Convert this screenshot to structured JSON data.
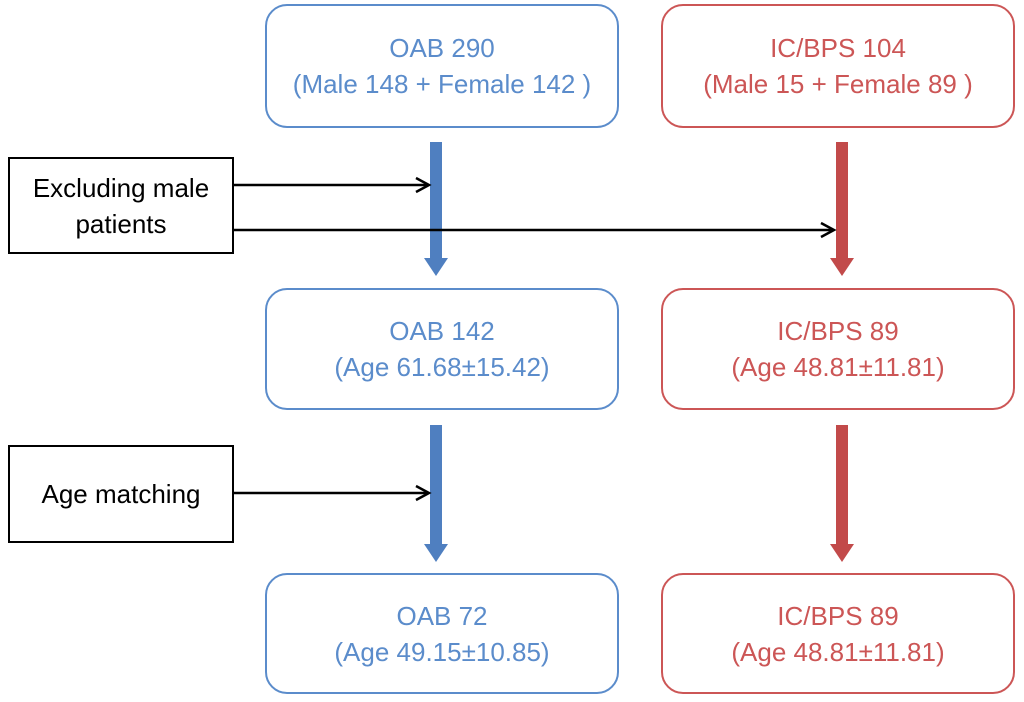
{
  "colors": {
    "oab": "#5b8ccb",
    "ic_bps": "#cc5656",
    "arrow_oab": "#4f7fc0",
    "arrow_ic_bps": "#c24a4a",
    "step_border": "#000000"
  },
  "oab": {
    "stage1": {
      "title": "OAB 290",
      "detail": "(Male 148 + Female 142 )"
    },
    "stage2": {
      "title": "OAB 142",
      "detail": "(Age 61.68±15.42)"
    },
    "stage3": {
      "title": "OAB 72",
      "detail": "(Age 49.15±10.85)"
    }
  },
  "ic_bps": {
    "stage1": {
      "title": "IC/BPS 104",
      "detail": "(Male 15 + Female 89 )"
    },
    "stage2": {
      "title": "IC/BPS 89",
      "detail": "(Age 48.81±11.81)"
    },
    "stage3": {
      "title": "IC/BPS 89",
      "detail": "(Age 48.81±11.81)"
    }
  },
  "steps": {
    "exclude_male": "Excluding male patients",
    "age_matching": "Age matching"
  }
}
